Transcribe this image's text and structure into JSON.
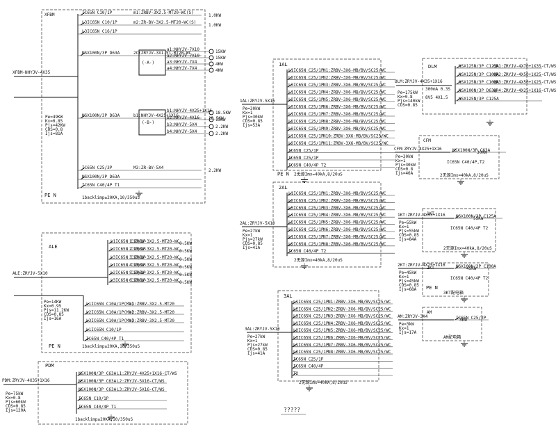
{
  "caption": "?????",
  "panels": {
    "xfbm": {
      "name": "XFBM",
      "incoming": "XFBM-NHYJV-4X35",
      "rows": [
        {
          "breaker": "IC65N C10/1P",
          "circuit": "m1:ZRBV-3X2.5-MT20-WC(S)",
          "load": "1.0KW"
        },
        {
          "breaker": "L3IC65N C10/1P",
          "circuit": "m2:ZR-BV-3X2.5-MT20-WC(S)",
          "load": "1.0KW"
        },
        {
          "breaker": "L3IC65N C16/1P",
          "circuit": "",
          "load": ""
        },
        {
          "breaker": "NSX100N/3P D63A",
          "circuit": "2C(ZRYJV-3X1.5)-MT20-WC",
          "load": ""
        },
        {
          "breaker": "NSX100N/3P D63A",
          "circuit": "b1:NHYJV-4X25+1X16",
          "load": "18.5KW"
        },
        {
          "breaker": "IC65N C25/3P",
          "circuit": "M3:ZR-BV-5X4",
          "load": "2.2KW"
        },
        {
          "breaker": "NSX100N/3P D63A",
          "circuit": "",
          "load": ""
        },
        {
          "breaker": "IC65N C40/4P T1",
          "circuit": "",
          "load": ""
        }
      ],
      "motors_a": [
        "a1:NHYJV-7X10",
        "a2:NHYJV-7X10",
        "a3:NHYJV-7X4",
        "a4:NHYJV-7X4"
      ],
      "motors_a_loads": [
        "15KW",
        "15KW",
        "4KW",
        "4KW"
      ],
      "motors_b": [
        "b1:NHYJV-4X25+1X16",
        "b2:NHYJV-4X16",
        "b3:NHYJV-5X4",
        "b4:NHYJV-5X4"
      ],
      "motors_b_loads": [
        "18.5KW",
        "15KW",
        "2.2KW",
        "2.2KW"
      ],
      "params": [
        "Pe=49KW",
        "Kx=0.85",
        "Pjs=42KW",
        "COS=0.8",
        "Ijs=81A"
      ],
      "meter": "1backlimp≥20KA,10/350uS",
      "bus": "PE N"
    },
    "ale": {
      "name": "ALE",
      "incoming": "ALE:ZRYJV-5X10",
      "rows": [
        {
          "breaker": "L1IC65N C10/1P",
          "circuit": "1:ZRBV-3X2.5-MT20-WC",
          "load": "0.5KW"
        },
        {
          "breaker": "L2IC65N C10/1P",
          "circuit": "2:ZRBV-3X2.5-MT20-WC",
          "load": "0.5KW"
        },
        {
          "breaker": "L3IC65N C10/1P",
          "circuit": "3:ZRBV-3X2.5-MT20-WC",
          "load": "0.5KW"
        },
        {
          "breaker": "L1IC65N C10/1P",
          "circuit": "4:ZRBV-3X2.5-MT20-WC",
          "load": "0.5KW"
        },
        {
          "breaker": "L2IC65N C10/1P",
          "circuit": "5:ZRBV-3X2.5-MT20-WC",
          "load": "0.5KW"
        },
        {
          "breaker": "L3IC65N C10/1P",
          "circuit": "6:ZRBV-3X2.5-MT20-WC",
          "load": "0.5KW"
        },
        {
          "breaker": "L1IC65N C10A/1P(MX)",
          "circuit": "e1:ZRBV-3X2.5-MT20",
          "load": ""
        },
        {
          "breaker": "L2IC65N C10A/1P(MX)",
          "circuit": "e2:ZRBV-3X2.5-MT20",
          "load": ""
        },
        {
          "breaker": "L3IC65N C10A/1P(MX)",
          "circuit": "e3:ZRBV-3X2.5-MT20",
          "load": ""
        },
        {
          "breaker": "L1IC65N C10/1P",
          "circuit": "",
          "load": ""
        },
        {
          "breaker": "IC65N C40/4P T1",
          "circuit": "",
          "load": ""
        }
      ],
      "params": [
        "Pe=14KW",
        "Kx=0.95",
        "Pjs=11.2KW",
        "COS=0.85",
        "Ijs=16A"
      ],
      "meter": "1backlimp≥20KA,10/350uS",
      "bus": "PE N"
    },
    "pdm": {
      "name": "PDM",
      "incoming": "PDM:ZRYJV-4X35+1X16",
      "rows": [
        {
          "breaker": "NSX100N/3P C63A",
          "circuit": "L1:ZRYJV-4X25+1X16-CT/WS",
          "load": ""
        },
        {
          "breaker": "NSX100N/3P C63A",
          "circuit": "L2:ZRYJV-5X16-CT/WS",
          "load": ""
        },
        {
          "breaker": "NSX100N/3P C63A",
          "circuit": "L3:ZRYJV-5X16-CT/WS",
          "load": ""
        },
        {
          "breaker": "IC65N C10/1P",
          "circuit": "",
          "load": ""
        },
        {
          "breaker": "IC65N C40/4P T1",
          "circuit": "",
          "load": ""
        }
      ],
      "params": [
        "Pe=75kW",
        "Kx=0.8",
        "Pjs=60kW",
        "COS=0.85",
        "Ijs=120A"
      ],
      "meter": "1backlimp≥20KA,10/350uS",
      "bus": ""
    },
    "al1": {
      "name": "1AL",
      "incoming": "1AL:ZRYJV-5X16",
      "circuits": [
        "N1:ZRBV-3X6-MB/BV/SC25/WC",
        "N2:ZRBV-3X6-MB/BV/SC25/WC",
        "N3:ZRBV-3X6-MB/BV/SC25/WC",
        "N4:ZRBV-3X6-MB/BV/SC25/WC",
        "N5:ZRBV-3X6-MB/BV/SC25/WC",
        "N6:ZRBV-3X6-MB/BV/SC25/WC",
        "N7:ZRBV-3X6-MB/BV/SC25/WC",
        "N8:ZRBV-3X6-MB/BV/SC25/WC",
        "N9:ZRBV-3X6-MB/BV/SC25/WC",
        "N10:ZRBV-3X6-MB/BV/SC25/WC",
        "N11:ZRBV-3X6-MB/BV/SC25/WC",
        "",
        "",
        ""
      ],
      "breakers": [
        "L1IC65N C25/1P",
        "L2IC65N C25/1P",
        "L3IC65N C25/1P",
        "L1IC65N C25/1P",
        "L2IC65N C25/1P",
        "L3IC65N C25/1P",
        "L1IC65N C25/1P",
        "L2IC65N C25/1P",
        "L3IC65N C25/1P",
        "L1IC65N C25/1P",
        "L2IC65N C25/1P",
        "IC65N C25/1P",
        "IC65N C25/1P",
        "IC65N C40/4P T2"
      ],
      "params": [
        "Pe=30kW",
        "Kx=1",
        "Pjs=30kW",
        "COS=0.85",
        "Ijs=53A"
      ],
      "meter": "2无源Imx=40kA,8/20uS",
      "bus": "PE N"
    },
    "al2": {
      "name": "2AL",
      "incoming": "2AL:ZRYJV-5X10",
      "circuits": [
        "N1:ZRBV-3X6-MB/BV/SC25/WC",
        "N2:ZRBV-3X6-MB/BV/SC25/WC",
        "N3:ZRBV-3X6-MB/BV/SC25/WC",
        "N4:ZRBV-3X6-MB/BV/SC25/WC",
        "N5:ZRBV-3X6-MB/BV/SC25/WC",
        "N6:ZRBV-3X6-MB/BV/SC25/WC",
        "N7:ZRBV-3X6-MB/BV/SC25/WC",
        "N8:ZRBV-3X6-MB/BV/SC25/WC",
        ""
      ],
      "breakers": [
        "L1IC65N C25/1P",
        "L2IC65N C25/1P",
        "L3IC65N C25/1P",
        "L1IC65N C25/1P",
        "L2IC65N C25/1P",
        "L3IC65N C25/1P",
        "L1IC65N C25/1P",
        "L2IC65N C25/1P",
        "IC65N C40/4P T2"
      ],
      "params": [
        "Pe=27kW",
        "Kx=1",
        "Pjs=27kW",
        "COS=0.85",
        "Ijs=41A"
      ],
      "meter": "2无源Imx=40kA,8/20uS",
      "bus": ""
    },
    "al3": {
      "name": "3AL",
      "incoming": "3AL:ZRYJV-5X10",
      "circuits": [
        "N1:ZRBV-3X6-MB/BV/SC25/WC",
        "N2:ZRBV-3X6-MB/BV/SC25/WC",
        "N3:ZRBV-3X6-MB/BV/SC25/WC",
        "N4:ZRBV-3X6-MB/BV/SC25/WC",
        "N5:ZRBV-3X6-MB/BV/SC25/WC",
        "N6:ZRBV-3X6-MB/BV/SC25/WC",
        "N7:ZRBV-3X6-MB/BV/SC25/WC",
        "N8:ZRBV-3X6-MB/BV/SC25/WC",
        "",
        "",
        ""
      ],
      "breakers": [
        "L1IC65N C25/1P",
        "L2IC65N C25/1P",
        "L3IC65N C25/1P",
        "L1IC65N C25/1P",
        "L2IC65N C25/1P",
        "L3IC65N C25/1P",
        "L1IC65N C25/1P",
        "L2IC65N C25/1P",
        "IC65N C25/1P",
        "IC65N C40/4P",
        "T2"
      ],
      "params": [
        "Pe=27kW",
        "Kx=1",
        "Pjs=27kW",
        "COS=0.85",
        "Ijs=41A"
      ],
      "meter": "2无源Imx=40kA,8/20uS",
      "bus": ""
    },
    "dlm": {
      "name": "DLM",
      "incoming": "DLM:ZRYJV-4X35+1X16",
      "rows": [
        {
          "breaker": "NSX125N/3P C125A",
          "circuit": "QR1:ZRYJV-4X70+1X35-CT/WS"
        },
        {
          "breaker": "NSX125N/3P C100A",
          "circuit": "QR2:ZRYJV-4X50+1X25-CT/WS"
        },
        {
          "breaker": "NSX125N/3P C100A",
          "circuit": "QR3:ZRYJV-4X50+1X25-CT/WS"
        },
        {
          "breaker": "NSX100N/3P D63A",
          "circuit": "QR4:ZRYJV-4X25+1X16-CT/WS"
        },
        {
          "breaker": "NSX125N/3P C125A",
          "circuit": ""
        }
      ],
      "params": [
        "Pe=175kW",
        "Kx=0.8",
        "Pjs=140kW",
        "COS=0.85"
      ],
      "extra": [
        "300mA 0.3S",
        "8V5 4X1.5"
      ],
      "bus": ""
    },
    "cfm": {
      "name": "CFM",
      "incoming": "CFM:ZRYJV-4X25+1X16",
      "breaker": "NSX100N/3P C63A",
      "load": "30KW",
      "breaker2": "IC65N C40/4P,T2",
      "params": [
        "Pe=30kW",
        "Kx=1",
        "Pjs=30kW",
        "COS=0.8",
        "Ijs=46A"
      ],
      "meter": "2无源Imx=40kA,8/20uS"
    },
    "ikt": {
      "name": "1KT",
      "incoming": "1KT:ZRYJV-4X35+1X16",
      "breaker": "NSX100N/3P C125A",
      "load": "55KW",
      "breaker2": "IC65N C40/4P T2",
      "params": [
        "Pe=55kW",
        "Kx=1",
        "Pjs=55kW",
        "COS=0.85",
        "Ijs=84A"
      ],
      "meter": "2无源Imx=40kA,8/20uS"
    },
    "kt2": {
      "name": "2KT",
      "incoming": "2KT:ZRYJV-4X25+1X16",
      "breaker": "NSX100N/3P C100A",
      "load": "45KW",
      "breaker2": "IC65N C40/4P T2",
      "params": [
        "Pe=45kW",
        "Kx=1",
        "Pjs=45kW",
        "COS=0.85",
        "Ijs=68A"
      ],
      "bus": "PE N",
      "meter": "3KT配电箱"
    },
    "am": {
      "name": "AM",
      "incoming": "AM:ZRYJV-3X4",
      "breaker": "IC65N C25/2P",
      "load": "3KW",
      "params": [
        "Pe=3kW",
        "Kx=1",
        "Ijs=17A"
      ],
      "meter": "AM配电箱"
    }
  }
}
